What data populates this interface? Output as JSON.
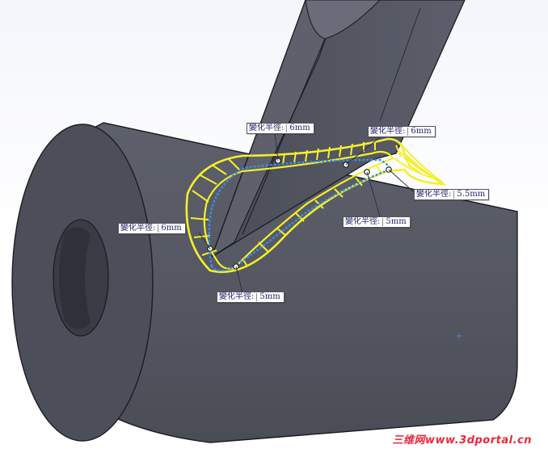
{
  "callouts": [
    {
      "label": "變化半徑:",
      "value": "6mm"
    },
    {
      "label": "變化半徑:",
      "value": "6mm"
    },
    {
      "label": "變化半徑:",
      "value": "5.5mm"
    },
    {
      "label": "變化半徑:",
      "value": "5mm"
    },
    {
      "label": "變化半徑:",
      "value": "6mm"
    },
    {
      "label": "變化半徑:",
      "value": "5mm"
    }
  ],
  "watermark": "三维网www.3dportal.cn",
  "colors": {
    "body": "#52555f",
    "face_dark": "#3b3d46",
    "edge": "#1c1d22",
    "fillet_preview": "#f4ef2a",
    "contact_line": "#3c8de6",
    "callout_text": "#1f1f6a",
    "watermark": "#e8273a"
  }
}
